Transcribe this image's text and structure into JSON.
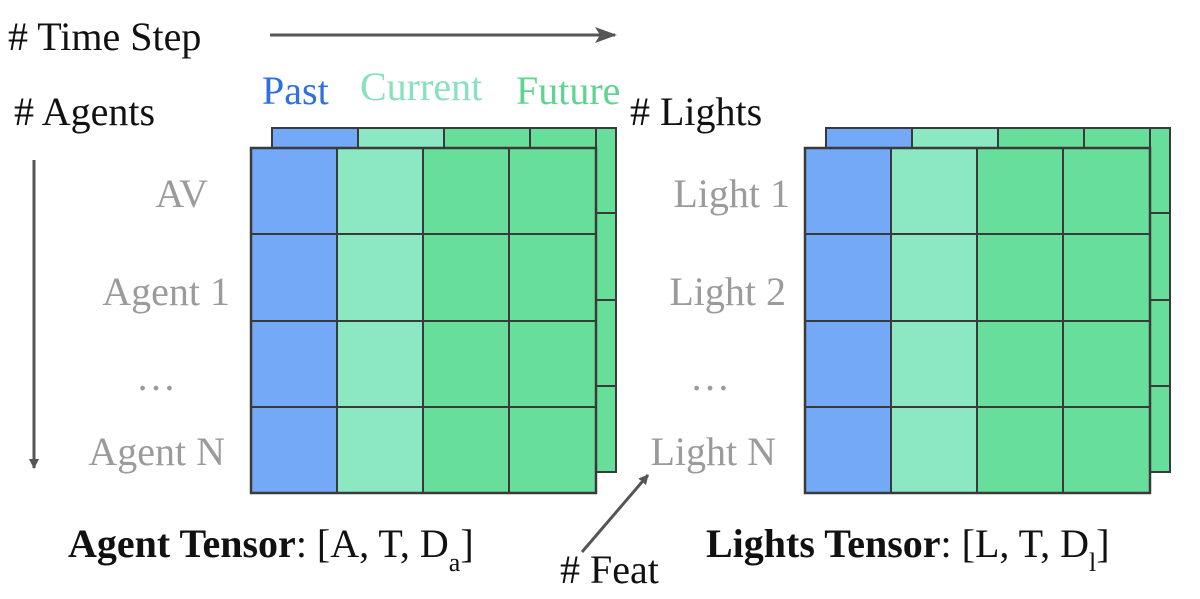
{
  "header": {
    "time_step_label": "# Time Step"
  },
  "time_legend": {
    "past": "Past",
    "current": "Current",
    "future": "Future"
  },
  "agents": {
    "axis_label": "# Agents",
    "row_labels": [
      "AV",
      "Agent 1",
      "…",
      "Agent N"
    ],
    "caption_bold": "Agent Tensor",
    "caption_rest": ": [A, T, D",
    "caption_sub": "a",
    "caption_close": "]"
  },
  "lights": {
    "axis_label": "# Lights",
    "row_labels": [
      "Light 1",
      "Light 2",
      "…",
      "Light N"
    ],
    "caption_bold": "Lights Tensor",
    "caption_rest": ": [L, T, D",
    "caption_sub": "l",
    "caption_close": "]"
  },
  "feat_label": "# Feat",
  "colors": {
    "past": "#74a9f8",
    "current": "#8ce8c3",
    "future": "#67de9a",
    "past_text": "#2f6fe0",
    "current_text": "#87e2bb",
    "future_text": "#5fd490",
    "label_gray": "#9b9b9b",
    "grid": "#3a3a3a",
    "arrow": "#555555"
  }
}
